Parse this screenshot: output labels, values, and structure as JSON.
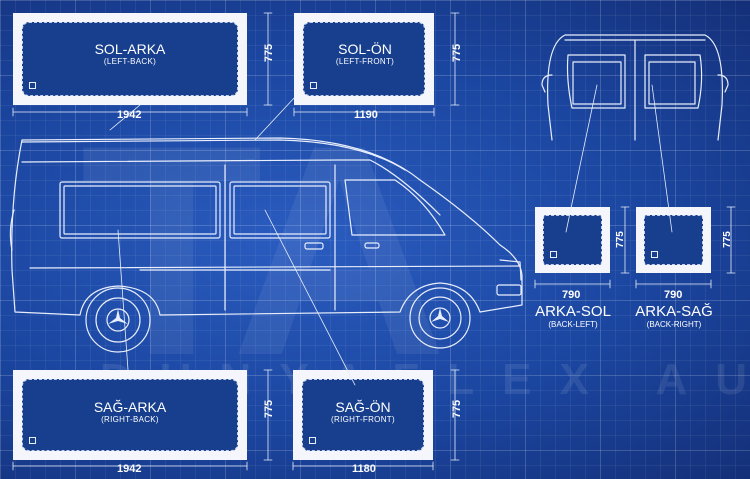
{
  "panels": {
    "sol_arka": {
      "name": "SOL-ARKA",
      "sub": "(LEFT-BACK)",
      "width": "1942",
      "height": "775"
    },
    "sol_on": {
      "name": "SOL-ÖN",
      "sub": "(LEFT-FRONT)",
      "width": "1190",
      "height": "775"
    },
    "sag_arka": {
      "name": "SAĞ-ARKA",
      "sub": "(RIGHT-BACK)",
      "width": "1942",
      "height": "775"
    },
    "sag_on": {
      "name": "SAĞ-ÖN",
      "sub": "(RIGHT-FRONT)",
      "width": "1180",
      "height": "775"
    },
    "arka_sol": {
      "name": "ARKA-SOL",
      "sub": "(BACK-LEFT)",
      "width": "790",
      "height": "775"
    },
    "arka_sag": {
      "name": "ARKA-SAĞ",
      "sub": "(BACK-RIGHT)",
      "width": "790",
      "height": "775"
    }
  },
  "watermark": "DUNYAFLEX AUTO",
  "colors": {
    "background": "#1b46a0",
    "panel_frame": "#f4f6fb",
    "glass": "#173f8e",
    "line": "#e8eefc"
  }
}
